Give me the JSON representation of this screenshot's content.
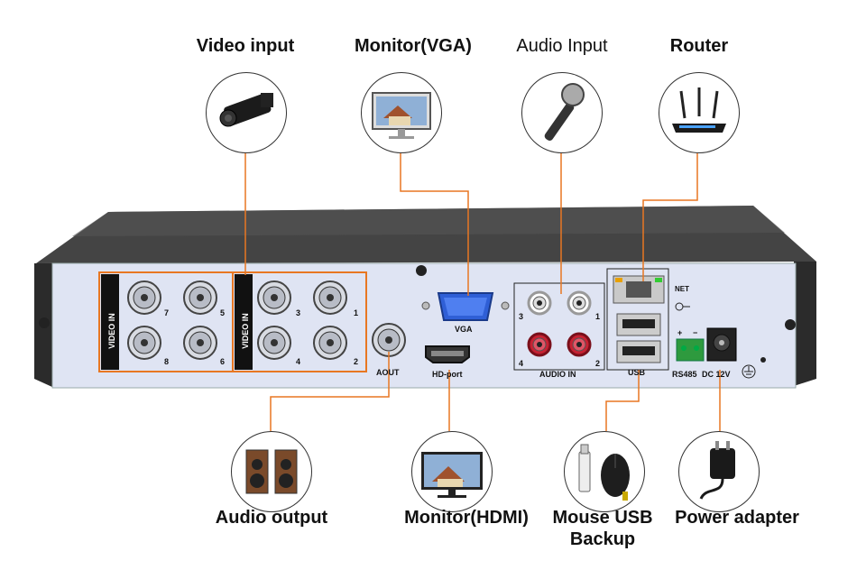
{
  "labels": {
    "video_input": "Video input",
    "monitor_vga": "Monitor(VGA)",
    "audio_input": "Audio Input",
    "router": "Router",
    "audio_output": "Audio output",
    "monitor_hdmi": "Monitor(HDMI)",
    "mouse_usb": "Mouse USB",
    "backup": "Backup",
    "power_adapter": "Power adapter"
  },
  "panel": {
    "video_in_left": "VIDEO IN",
    "video_in_right": "VIDEO IN",
    "ch7": "7",
    "ch5": "5",
    "ch8": "8",
    "ch6": "6",
    "ch3": "3",
    "ch1": "1",
    "ch4": "4",
    "ch2": "2",
    "vga": "VGA",
    "aout": "AOUT",
    "hdport": "HD-port",
    "audio_in": "AUDIO IN",
    "a3": "3",
    "a1": "1",
    "a4": "4",
    "a2": "2",
    "net": "NET",
    "usb": "USB",
    "rs485": "RS485",
    "dc12v": "DC 12V",
    "plus": "+",
    "minus": "−"
  },
  "colors": {
    "accent": "#e87722",
    "panel": "#dfe4f3",
    "chassis": "#3a3a3a"
  }
}
